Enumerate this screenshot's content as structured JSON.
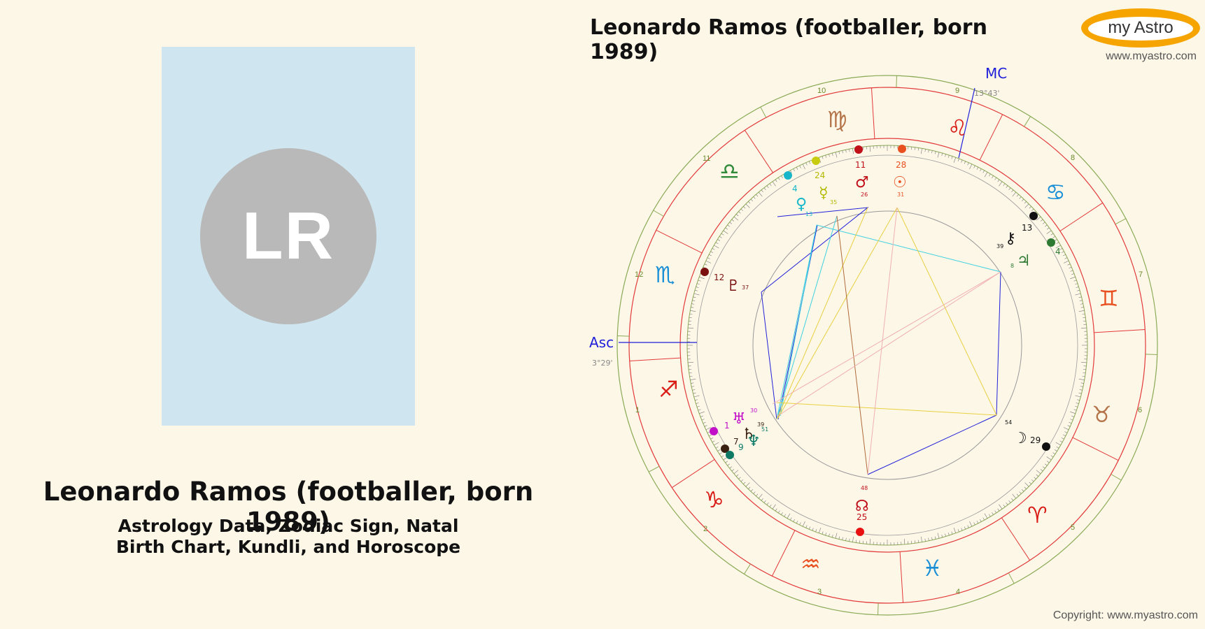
{
  "person": {
    "initials": "LR",
    "name": "Leonardo Ramos (footballer, born 1989)"
  },
  "subtitle": {
    "line1": "Astrology Data, Zodiac Sign, Natal",
    "line2": "Birth Chart, Kundli, and Horoscope"
  },
  "chart": {
    "title": "Leonardo Ramos (footballer, born 1989)",
    "mc_label": "MC",
    "mc_degree": "13°43'",
    "asc_label": "Asc",
    "asc_degree": "3°29'",
    "house_numbers": [
      "1",
      "2",
      "3",
      "4",
      "5",
      "6",
      "7",
      "8",
      "9",
      "10",
      "11",
      "12"
    ],
    "signs": [
      "♐",
      "♑",
      "♒",
      "♓",
      "♈",
      "♉",
      "♊",
      "♋",
      "♌",
      "♍",
      "♎",
      "♏"
    ],
    "sign_colors": [
      "#d91e18",
      "#d91e18",
      "#e8501f",
      "#1a8fd6",
      "#d91e18",
      "#b5754a",
      "#e8501f",
      "#1a8fd6",
      "#d91e18",
      "#b5754a",
      "#2f8a3a",
      "#1a8fd6"
    ],
    "planets": {
      "sun": {
        "glyph": "☉",
        "deg": "28",
        "min": "31",
        "color": "#e8501f"
      },
      "mercury": {
        "glyph": "☿",
        "deg": "24",
        "min": "35",
        "color": "#b3b800"
      },
      "venus": {
        "glyph": "♀",
        "deg": "4",
        "min": "13",
        "color": "#17b7c9"
      },
      "mars": {
        "glyph": "♂",
        "deg": "11",
        "min": "26",
        "color": "#c0101a"
      },
      "jupiter": {
        "glyph": "♃",
        "deg": "4",
        "min": "8",
        "color": "#2f7a33"
      },
      "chiron": {
        "glyph": "⚷",
        "deg": "13",
        "min": "39",
        "color": "#111111"
      },
      "moon": {
        "glyph": "☽",
        "deg": "29",
        "min": "54",
        "color": "#111111"
      },
      "pluto": {
        "glyph": "♇",
        "deg": "12",
        "min": "37",
        "color": "#7a1010"
      },
      "uranus": {
        "glyph": "♅",
        "deg": "1",
        "min": "30",
        "color": "#c210c8"
      },
      "saturn": {
        "glyph": "♄",
        "deg": "7",
        "min": "39",
        "color": "#3a2010"
      },
      "neptune": {
        "glyph": "♆",
        "deg": "9",
        "min": "51",
        "color": "#0e7a66"
      },
      "node": {
        "glyph": "☊",
        "deg": "25",
        "min": "48",
        "color": "#c0101a"
      }
    }
  },
  "brand": {
    "logo_text": "my Astro",
    "url": "www.myastro.com",
    "copyright": "Copyright: www.myastro.com"
  }
}
